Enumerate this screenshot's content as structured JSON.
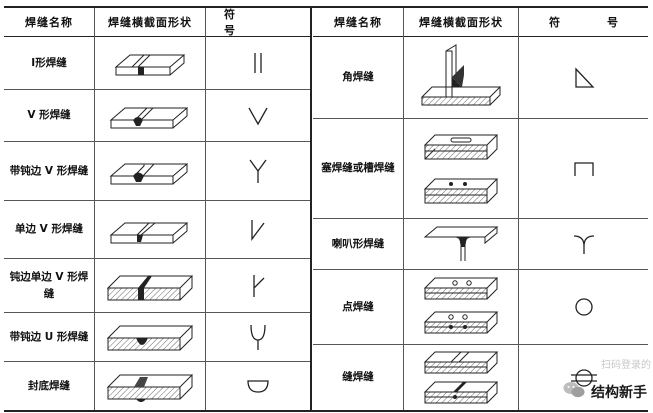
{
  "left_table": {
    "headers": {
      "name": "焊缝名称",
      "section": "焊缝横截面形状",
      "symbol": "符　号"
    },
    "rows": [
      {
        "name": "I形焊缝",
        "symbol_icon": "i-weld-symbol-icon"
      },
      {
        "name": "V 形焊缝",
        "symbol_icon": "v-weld-symbol-icon"
      },
      {
        "name": "带钝边 V 形焊缝",
        "symbol_icon": "y-weld-symbol-icon"
      },
      {
        "name": "单边 V 形焊缝",
        "symbol_icon": "bevel-weld-symbol-icon"
      },
      {
        "name": "钝边单边 V 形焊缝",
        "symbol_icon": "bevel-root-face-symbol-icon"
      },
      {
        "name": "带钝边 U 形焊缝",
        "symbol_icon": "u-weld-symbol-icon"
      },
      {
        "name": "封底焊缝",
        "symbol_icon": "backing-weld-symbol-icon"
      }
    ]
  },
  "right_table": {
    "headers": {
      "name": "焊缝名称",
      "section": "焊缝横截面形状",
      "symbol": "符　号"
    },
    "rows": [
      {
        "name": "角焊缝",
        "symbol_icon": "fillet-weld-symbol-icon"
      },
      {
        "name": "塞焊缝或槽焊缝",
        "symbol_icon": "plug-weld-symbol-icon"
      },
      {
        "name": "喇叭形焊缝",
        "symbol_icon": "flare-weld-symbol-icon"
      },
      {
        "name": "点焊缝",
        "symbol_icon": "spot-weld-symbol-icon"
      },
      {
        "name": "缝焊缝",
        "symbol_icon": "seam-weld-symbol-icon"
      }
    ]
  },
  "watermark": {
    "faint_text": "扫码登录的",
    "brand": "结构新手"
  }
}
